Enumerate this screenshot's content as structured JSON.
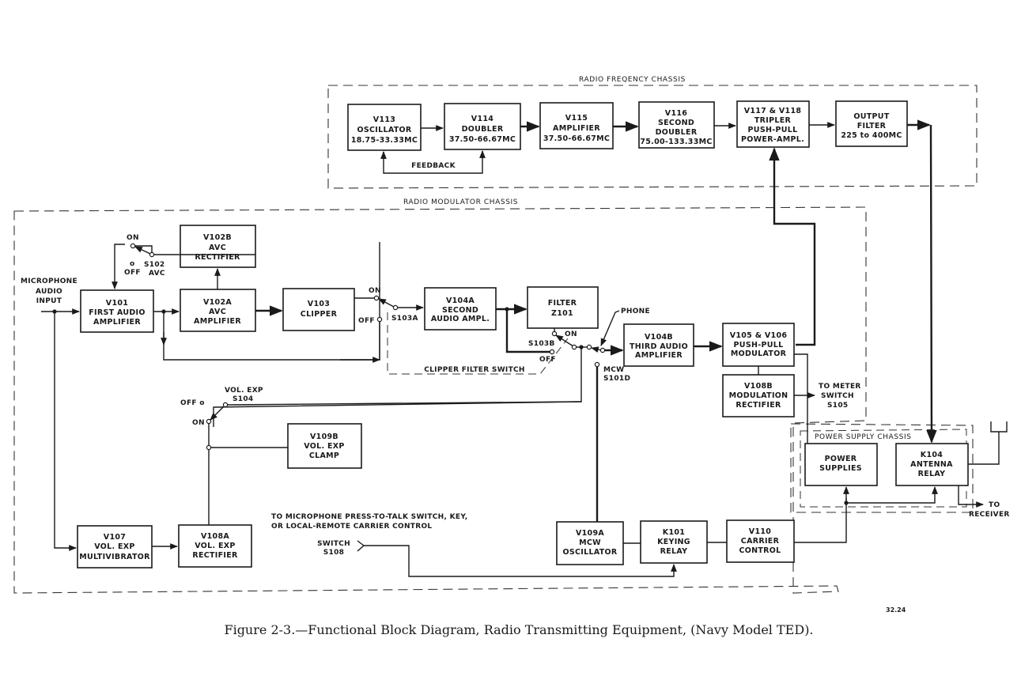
{
  "chassis": {
    "rf": "RADIO FREQENCY CHASSIS",
    "modulator": "RADIO MODULATOR CHASSIS",
    "power": "POWER SUPPLY CHASSIS"
  },
  "blocks": {
    "v113": [
      "V113",
      "OSCILLATOR",
      "18.75-33.33MC"
    ],
    "v114": [
      "V114",
      "DOUBLER",
      "37.50-66.67MC"
    ],
    "v115": [
      "V115",
      "AMPLIFIER",
      "37.50-66.67MC"
    ],
    "v116": [
      "V116",
      "SECOND",
      "DOUBLER",
      "75.00-133.33MC"
    ],
    "v117": [
      "V117 & V118",
      "TRIPLER",
      "PUSH-PULL",
      "POWER-AMPL."
    ],
    "outfilter": [
      "OUTPUT",
      "FILTER",
      "225 to 400MC"
    ],
    "v102b": [
      "V102B",
      "AVC",
      "RECTIFIER"
    ],
    "v101": [
      "V101",
      "FIRST AUDIO",
      "AMPLIFIER"
    ],
    "v102a": [
      "V102A",
      "AVC",
      "AMPLIFIER"
    ],
    "v103": [
      "V103",
      "CLIPPER"
    ],
    "v104a": [
      "V104A",
      "SECOND",
      "AUDIO AMPL."
    ],
    "z101": [
      "FILTER",
      "Z101"
    ],
    "v104b": [
      "V104B",
      "THIRD AUDIO",
      "AMPLIFIER"
    ],
    "v105": [
      "V105 & V106",
      "PUSH-PULL",
      "MODULATOR"
    ],
    "v108b": [
      "V108B",
      "MODULATION",
      "RECTIFIER"
    ],
    "v109b": [
      "V109B",
      "VOL. EXP",
      "CLAMP"
    ],
    "v107": [
      "V107",
      "VOL. EXP",
      "MULTIVIBRATOR"
    ],
    "v108a": [
      "V108A",
      "VOL. EXP",
      "RECTIFIER"
    ],
    "v109a": [
      "V109A",
      "MCW",
      "OSCILLATOR"
    ],
    "k101": [
      "K101",
      "KEYING",
      "RELAY"
    ],
    "v110": [
      "V110",
      "CARRIER",
      "CONTROL"
    ],
    "power": [
      "POWER",
      "SUPPLIES"
    ],
    "k104": [
      "K104",
      "ANTENNA",
      "RELAY"
    ]
  },
  "labels": {
    "feedback": "FEEDBACK",
    "mic_input": [
      "MICROPHONE",
      "AUDIO",
      "INPUT"
    ],
    "s102_on": "ON",
    "s102_off": [
      "o",
      "OFF"
    ],
    "s102": [
      "S102",
      "AVC"
    ],
    "s103a_on": "ON",
    "s103a_off": "OFF",
    "s103a": "S103A",
    "s103b": "S103B",
    "s103b_on": "ON",
    "s103b_off": "OFF",
    "clipper_filter_switch": "CLIPPER FILTER SWITCH",
    "phone": "PHONE",
    "mcw": [
      "MCW",
      "S101D"
    ],
    "to_meter": [
      "TO METER",
      "SWITCH",
      "S105"
    ],
    "vol_exp": [
      "VOL. EXP",
      "S104"
    ],
    "s104_off": "OFF o",
    "s104_on": "ON",
    "ptt_note": [
      "TO MICROPHONE PRESS-TO-TALK SWITCH, KEY,",
      "OR LOCAL-REMOTE CARRIER CONTROL"
    ],
    "switch_s108": [
      "SWITCH",
      "S108"
    ],
    "to_receiver": [
      "TO",
      "RECEIVER"
    ]
  },
  "caption": "Figure 2-3.—Functional Block Diagram, Radio Transmitting Equipment, (Navy Model TED).",
  "figure_number": "32.24"
}
